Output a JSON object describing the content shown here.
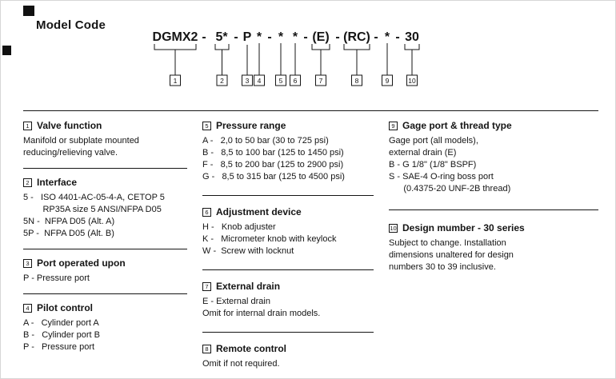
{
  "page": {
    "title": "Model Code"
  },
  "model_code": {
    "segments": [
      "DGMX2",
      "-",
      "5*",
      "-",
      "P",
      "*",
      "-",
      "*",
      "*",
      "-",
      "(E)",
      "-",
      "(RC)",
      "-",
      "*",
      "-",
      "30"
    ],
    "callouts": [
      "1",
      "2",
      "3",
      "4",
      "5",
      "6",
      "7",
      "8",
      "9",
      "10"
    ]
  },
  "columns": [
    {
      "sections": [
        {
          "num": "1",
          "title": "Valve function",
          "lines": [
            "Manifold or subplate mounted",
            "reducing/relieving valve."
          ]
        },
        {
          "num": "2",
          "title": "Interface",
          "lines": [
            "5 -   ISO 4401-AC-05-4-A, CETOP 5",
            "        RP35A size 5 ANSI/NFPA D05",
            "5N -  NFPA D05 (Alt. A)",
            "5P -  NFPA D05 (Alt. B)"
          ]
        },
        {
          "num": "3",
          "title": "Port operated upon",
          "lines": [
            "P - Pressure port"
          ]
        },
        {
          "num": "4",
          "title": "Pilot control",
          "lines": [
            "A -   Cylinder port A",
            "B -   Cylinder port B",
            "P -   Pressure port"
          ]
        }
      ]
    },
    {
      "sections": [
        {
          "num": "5",
          "title": "Pressure range",
          "lines": [
            "A -   2,0 to 50 bar (30 to 725 psi)",
            "B -   8,5 to 100 bar (125 to 1450 psi)",
            "F -   8,5 to 200 bar (125 to 2900 psi)",
            "G -   8,5 to 315 bar (125 to 4500 psi)"
          ]
        },
        {
          "num": "6",
          "title": "Adjustment device",
          "lines": [
            "H -   Knob adjuster",
            "K -   Micrometer knob with keylock",
            "W -  Screw with locknut"
          ]
        },
        {
          "num": "7",
          "title": "External drain",
          "lines": [
            "E - External drain",
            "Omit for internal drain models."
          ]
        },
        {
          "num": "8",
          "title": "Remote control",
          "lines": [
            "Omit if not required."
          ]
        }
      ]
    },
    {
      "sections": [
        {
          "num": "9",
          "title": "Gage port & thread type",
          "lines": [
            "Gage port (all models),",
            "external drain (E)",
            "B - G 1/8\" (1/8\" BSPF)",
            "S - SAE-4 O-ring boss port",
            "      (0.4375-20 UNF-2B thread)"
          ]
        },
        {
          "num": "10",
          "title": "Design mumber - 30 series",
          "lines": [
            "Subject to change. Installation",
            "dimensions unaltered for design",
            "numbers 30 to 39 inclusive."
          ]
        }
      ]
    }
  ]
}
